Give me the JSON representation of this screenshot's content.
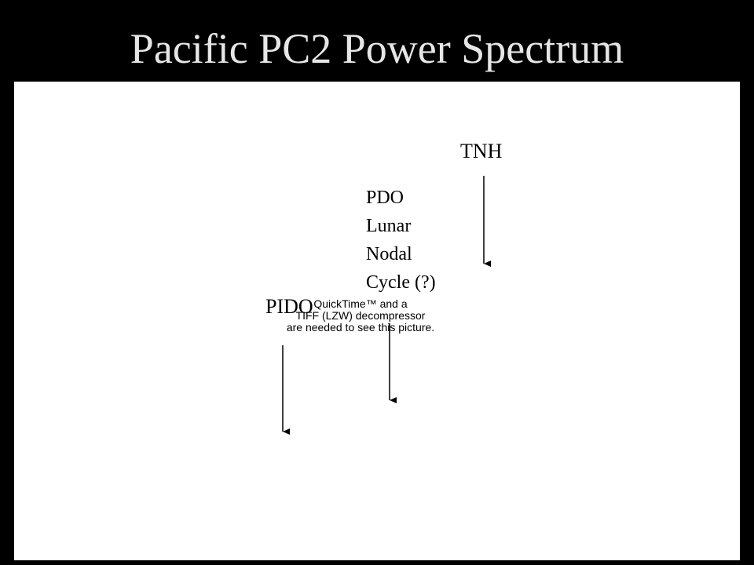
{
  "slide": {
    "title": "Pacific PC2 Power Spectrum"
  },
  "labels": {
    "tnh": "TNH",
    "pdo_lines": [
      "PDO",
      "Lunar",
      "Nodal",
      "Cycle (?)"
    ],
    "pido": "PIDO"
  },
  "placeholder": {
    "lines": [
      "QuickTime™ and a",
      "TIFF (LZW) decompressor",
      "are needed to see this picture."
    ]
  },
  "colors": {
    "background": "#000000",
    "panel": "#ffffff",
    "title": "#e6e6e6",
    "ink": "#000000"
  }
}
